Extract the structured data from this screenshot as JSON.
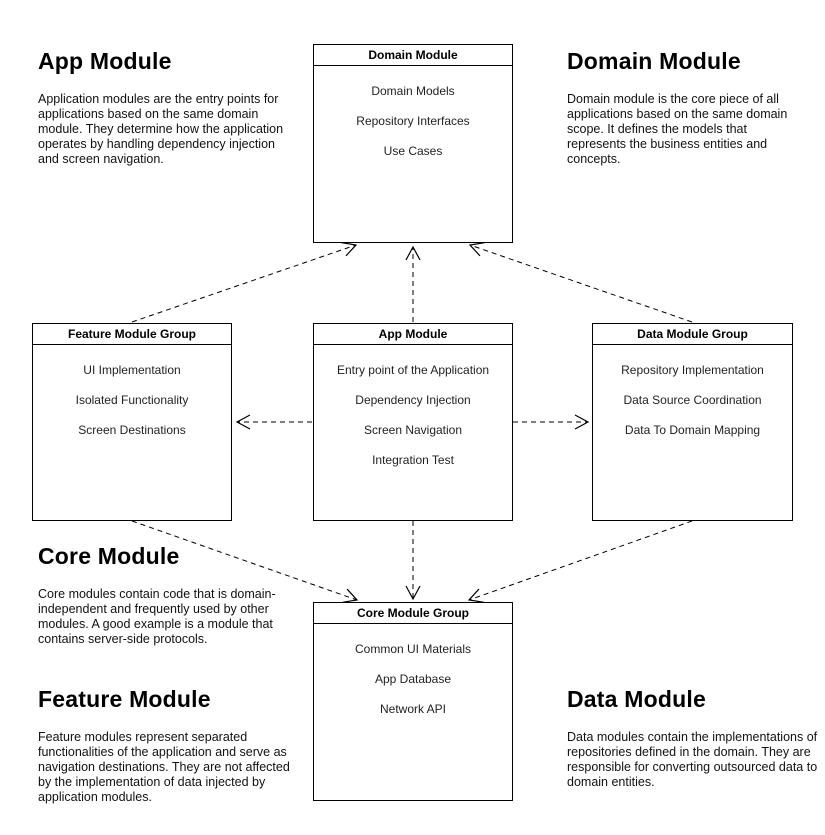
{
  "page": {
    "background_color": "#ffffff",
    "line_color": "#000000"
  },
  "annotations": {
    "app_module": {
      "title": "App Module",
      "description": "Application modules are the entry points for applications based on the same domain module. They determine how the application operates by handling dependency injection and screen navigation."
    },
    "domain_module": {
      "title": "Domain Module",
      "description": "Domain module is the core piece of all applications based on the same domain scope. It defines the models that represents the business entities and concepts."
    },
    "core_module": {
      "title": "Core Module",
      "description": "Core modules contain code that is domain-independent and frequently used by other modules. A good example is a module that contains server-side protocols."
    },
    "feature_module": {
      "title": "Feature Module",
      "description": "Feature modules represent separated functionalities of the application and serve as navigation destinations. They are not affected by the implementation of data injected by application modules."
    },
    "data_module": {
      "title": "Data Module",
      "description": "Data modules contain the implementations of repositories defined in the domain. They are responsible for converting outsourced data to domain entities."
    }
  },
  "boxes": {
    "domain": {
      "title": "Domain Module",
      "items": [
        "Domain Models",
        "Repository Interfaces",
        "Use Cases"
      ]
    },
    "feature": {
      "title": "Feature Module Group",
      "items": [
        "UI Implementation",
        "Isolated Functionality",
        "Screen Destinations"
      ]
    },
    "app": {
      "title": "App Module",
      "items": [
        "Entry point of the Application",
        "Dependency Injection",
        "Screen Navigation",
        "Integration Test"
      ]
    },
    "data": {
      "title": "Data Module Group",
      "items": [
        "Repository Implementation",
        "Data Source Coordination",
        "Data To Domain Mapping"
      ]
    },
    "core": {
      "title": "Core Module Group",
      "items": [
        "Common UI Materials",
        "App Database",
        "Network API"
      ]
    }
  }
}
